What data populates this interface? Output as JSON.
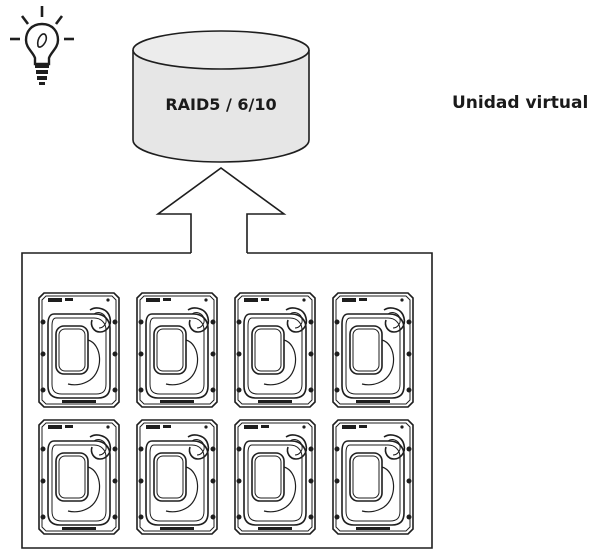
{
  "cylinder": {
    "label": "RAID5 / 6/10"
  },
  "side_label": "Unidad virtual",
  "icons": {
    "tip": "lightbulb-icon",
    "drive": "hard-drive-icon"
  },
  "drives": {
    "count": 8,
    "rows": 2,
    "columns": 4
  },
  "colors": {
    "cylinder_fill": "#e6e6e6",
    "cylinder_top": "#ececec",
    "stroke": "#1e1e1e",
    "background": "#ffffff"
  }
}
